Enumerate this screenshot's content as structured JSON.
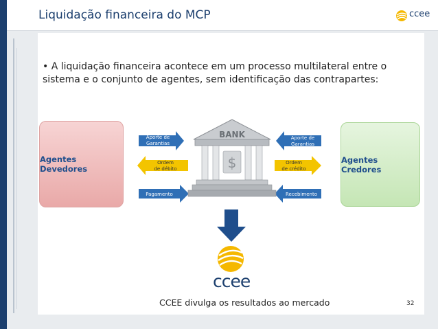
{
  "header": {
    "title": "Liquidação financeira do MCP",
    "logo_text": "ccee"
  },
  "main": {
    "bullet": "• A liquidação financeira acontece em um processo multilateral entre o sistema e o conjunto de agentes, sem identificação das contrapartes:"
  },
  "diagram": {
    "debtors_label": "Agentes Devedores",
    "creditors_label": "Agentes Credores",
    "bank_label": "BANK",
    "bank_symbol": "$",
    "left_arrows": [
      {
        "line1": "Aporte de",
        "line2": "Garantias"
      },
      {
        "line1": "Ordem",
        "line2": "de débito"
      },
      {
        "line1": "Pagamento",
        "line2": ""
      }
    ],
    "right_arrows": [
      {
        "line1": "Aporte de",
        "line2": "Garantias"
      },
      {
        "line1": "Ordem",
        "line2": "de crédito"
      },
      {
        "line1": "Recebimento",
        "line2": ""
      }
    ],
    "logo_text": "ccee",
    "colors": {
      "blue_arrow": "#2f6fb6",
      "yellow_arrow": "#f3c400",
      "debtors": "#efc0bf",
      "creditors": "#d5eecb",
      "navy": "#1c3f6e"
    }
  },
  "footer": {
    "text": "CCEE divulga os resultados ao mercado",
    "page_number": "32"
  }
}
